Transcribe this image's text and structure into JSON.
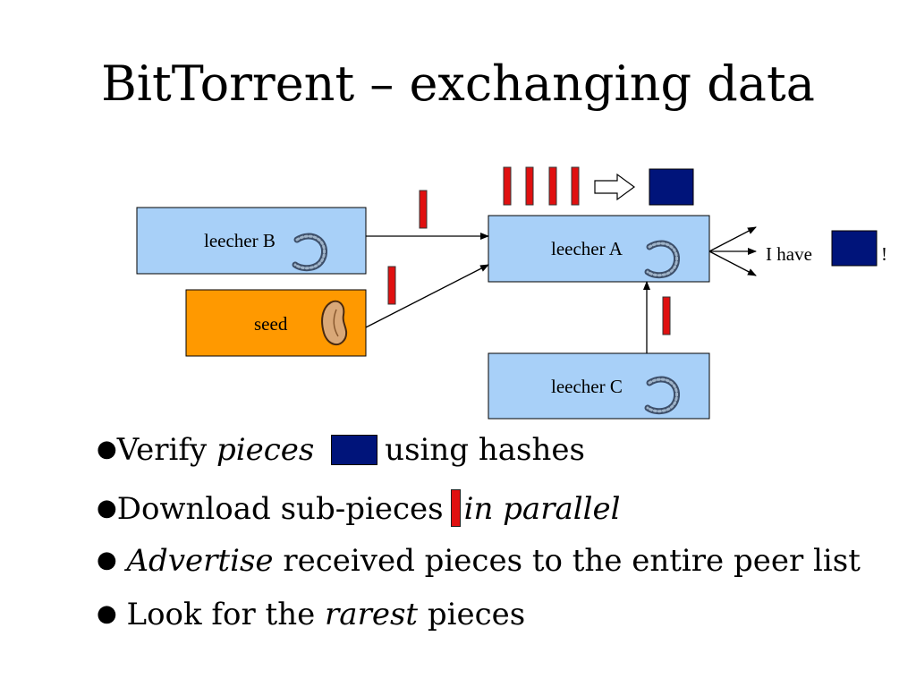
{
  "title": "BitTorrent – exchanging data",
  "diagram": {
    "leecher_b": "leecher B",
    "leecher_a": "leecher A",
    "leecher_c": "leecher C",
    "seed": "seed",
    "have_prefix": "I have",
    "have_suffix": "!",
    "colors": {
      "leecher_fill": "#a8d0f8",
      "seed_fill": "#ff9900",
      "piece": "#00147a",
      "sub_piece": "#e01010"
    }
  },
  "bullets": [
    {
      "text1": "Verify",
      "emph": "pieces",
      "text2": "using hashes"
    },
    {
      "text1": "Download sub-pieces",
      "emph": "in parallel"
    },
    {
      "emph": "Advertise",
      "text2": "received pieces to the entire peer list"
    },
    {
      "text1": "Look for the",
      "emph": "rarest",
      "text2": "pieces"
    }
  ]
}
